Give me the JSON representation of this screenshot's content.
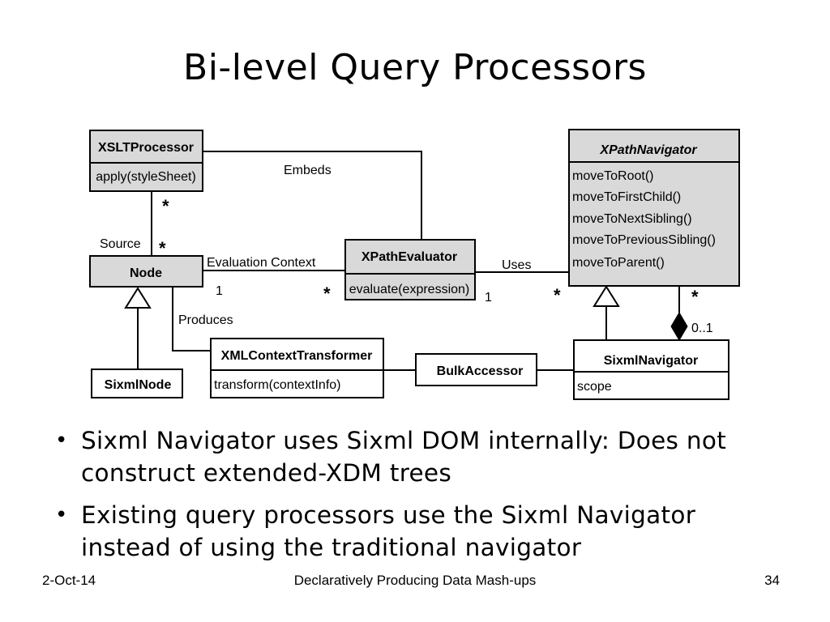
{
  "title": "Bi-level Query Processors",
  "diagram": {
    "classes": {
      "xslt_processor": {
        "name": "XSLTProcessor",
        "method": "apply(styleSheet)"
      },
      "node": {
        "name": "Node"
      },
      "sixml_node": {
        "name": "SixmlNode"
      },
      "xpath_evaluator": {
        "name": "XPathEvaluator",
        "method": "evaluate(expression)"
      },
      "xml_context_transformer": {
        "name": "XMLContextTransformer",
        "method": "transform(contextInfo)"
      },
      "bulk_accessor": {
        "name": "BulkAccessor"
      },
      "xpath_navigator": {
        "name": "XPathNavigator",
        "methods": [
          "moveToRoot()",
          "moveToFirstChild()",
          "moveToNextSibling()",
          "moveToPreviousSibling()",
          "moveToParent()"
        ]
      },
      "sixml_navigator": {
        "name": "SixmlNavigator",
        "attribute": "scope"
      }
    },
    "labels": {
      "embeds": "Embeds",
      "source": "Source",
      "evaluation_context": "Evaluation Context",
      "uses": "Uses",
      "produces": "Produces",
      "star": "*",
      "one": "1",
      "zero_to_one": "0..1"
    }
  },
  "bullets": [
    "Sixml Navigator uses Sixml DOM internally: Does not construct extended-XDM trees",
    "Existing query processors use the Sixml Navigator instead of using the traditional navigator"
  ],
  "footer": {
    "date": "2-Oct-14",
    "center": "Declaratively Producing Data Mash-ups",
    "page": "34"
  }
}
